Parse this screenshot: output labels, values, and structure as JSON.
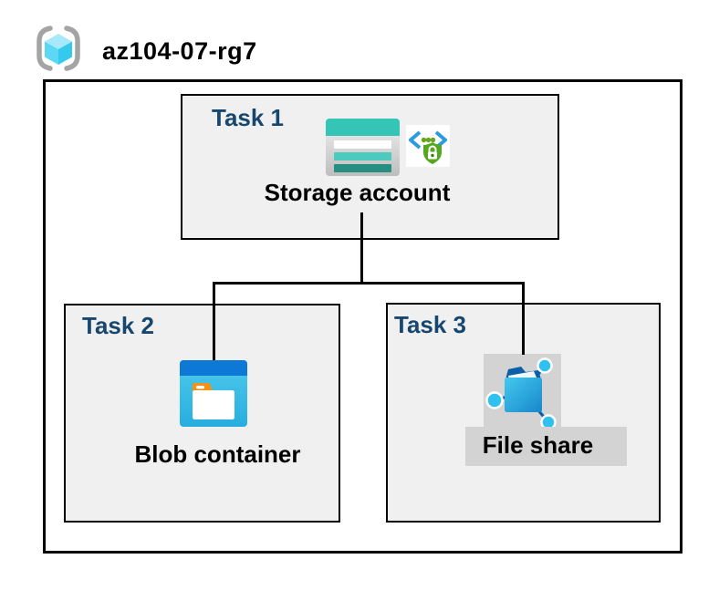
{
  "header": {
    "resource_group_name": "az104-07-rg7",
    "icon": "resource-group-icon"
  },
  "tasks": [
    {
      "label": "Task 1",
      "item": "Storage account",
      "icons": [
        "storage-account-icon",
        "shared-access-signature-icon"
      ]
    },
    {
      "label": "Task 2",
      "item": "Blob container",
      "icons": [
        "blob-container-icon"
      ]
    },
    {
      "label": "Task 3",
      "item": "File share",
      "icons": [
        "file-share-icon"
      ],
      "highlighted": true
    }
  ],
  "connections": [
    {
      "from": "Storage account",
      "to": "Blob container"
    },
    {
      "from": "Storage account",
      "to": "File share"
    }
  ],
  "colors": {
    "task_label_navy": "#17466E",
    "task_box_fill": "#F0F0F0",
    "highlight_gray": "#D3D3D3",
    "storage_teal": "#35C5B7",
    "storage_teal_dark": "#268F82",
    "blob_header_blue": "#0D78D6",
    "blob_body_cyan": "#32B9E4",
    "folder_tab_orange": "#F59116",
    "sas_bracket_blue": "#2B9BE0",
    "sas_shield_green": "#55A71F",
    "fileshare_node_cyan": "#2FC2F1",
    "fileshare_flap_navy": "#0A5FA8",
    "rg_bracket_gray": "#A4A4A4",
    "rg_cube_cyan": "#5CD8F4",
    "line_black": "#000000"
  }
}
